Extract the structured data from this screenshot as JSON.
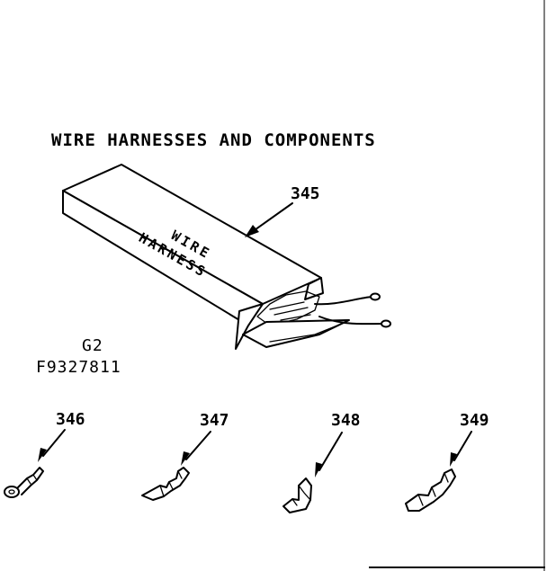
{
  "title": "WIRE HARNESSES AND COMPONENTS",
  "box_label": {
    "line1": "WIRE",
    "line2": "HARNESS"
  },
  "codes": {
    "g": "G2",
    "f": "F9327811"
  },
  "parts": [
    {
      "ref": "345",
      "name": "wire-harness"
    },
    {
      "ref": "346",
      "name": "terminal-ring"
    },
    {
      "ref": "347",
      "name": "terminal-spade"
    },
    {
      "ref": "348",
      "name": "terminal-flag"
    },
    {
      "ref": "349",
      "name": "terminal-offset"
    }
  ]
}
